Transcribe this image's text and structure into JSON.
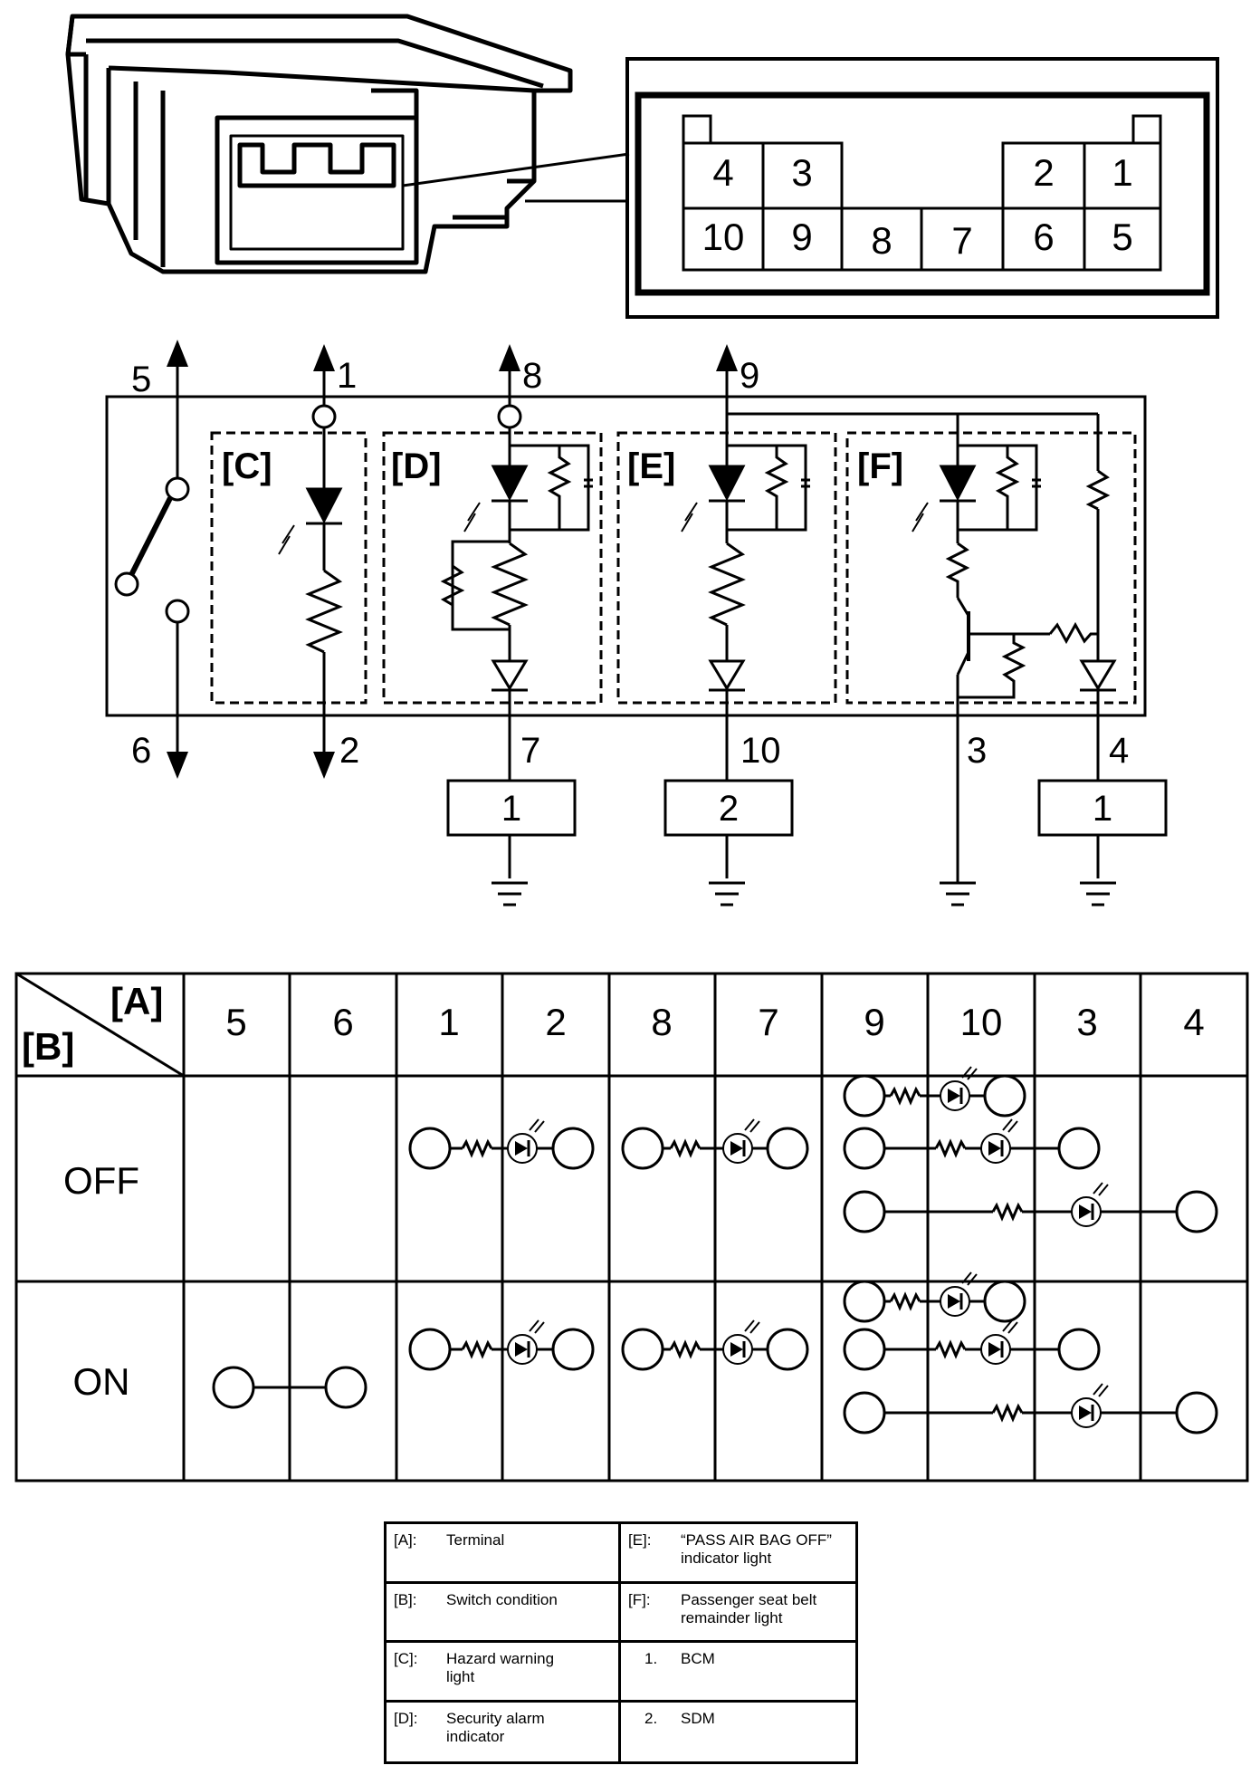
{
  "connector": {
    "row1": [
      "4",
      "3",
      "2",
      "1"
    ],
    "row2": [
      "10",
      "9",
      "8",
      "7",
      "6",
      "5"
    ]
  },
  "circuit": {
    "block_labels": [
      "[C]",
      "[D]",
      "[E]",
      "[F]"
    ],
    "top_terminals": [
      "5",
      "1",
      "8",
      "9"
    ],
    "bottom_terminals": [
      "6",
      "2",
      "7",
      "10",
      "3",
      "4"
    ],
    "device_boxes": [
      "1",
      "2",
      "1"
    ]
  },
  "table": {
    "corner_a": "[A]",
    "corner_b": "[B]",
    "terminals": [
      "5",
      "6",
      "1",
      "2",
      "8",
      "7",
      "9",
      "10",
      "3",
      "4"
    ],
    "states": [
      "OFF",
      "ON"
    ]
  },
  "legend": [
    {
      "key": "[A]:",
      "text": [
        "Terminal"
      ]
    },
    {
      "key": "[E]:",
      "text": [
        "“PASS AIR BAG OFF”",
        "indicator light"
      ]
    },
    {
      "key": "[B]:",
      "text": [
        "Switch condition"
      ]
    },
    {
      "key": "[F]:",
      "text": [
        "Passenger seat belt",
        "remainder light"
      ]
    },
    {
      "key": "[C]:",
      "text": [
        "Hazard warning",
        "light"
      ]
    },
    {
      "key": "1.",
      "text": [
        "BCM"
      ]
    },
    {
      "key": "[D]:",
      "text": [
        "Security alarm",
        "indicator"
      ]
    },
    {
      "key": "2.",
      "text": [
        "SDM"
      ]
    }
  ]
}
